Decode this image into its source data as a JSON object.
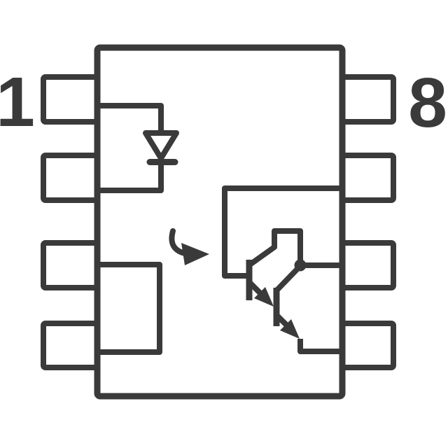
{
  "figure": {
    "background_color": "#ffffff",
    "line_color": "#3a3a3b",
    "package": {
      "type": "8-pin-dip-outline",
      "left_pin_count": 4,
      "right_pin_count": 4
    },
    "labels": {
      "pin1": "1",
      "pin8": "8"
    },
    "symbols": [
      "led-diode-icon",
      "light-arrow-icon",
      "darlington-phototransistor-icon"
    ]
  }
}
